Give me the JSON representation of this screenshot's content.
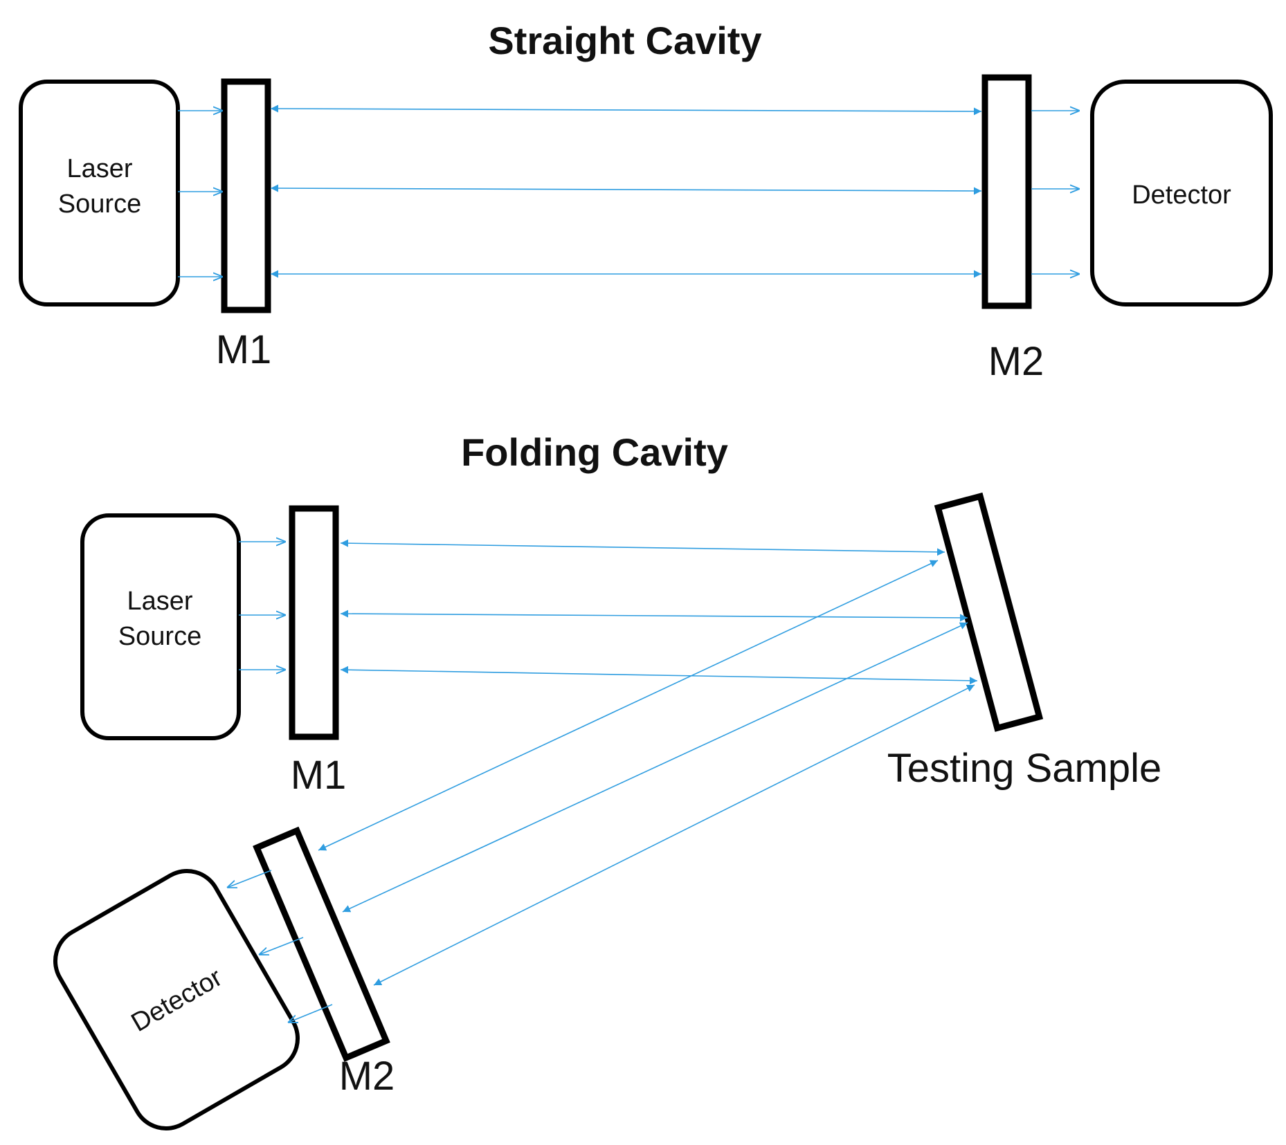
{
  "straight": {
    "title": "Straight Cavity",
    "source_line1": "Laser",
    "source_line2": "Source",
    "detector": "Detector",
    "m1": "M1",
    "m2": "M2"
  },
  "folding": {
    "title": "Folding Cavity",
    "source_line1": "Laser",
    "source_line2": "Source",
    "detector": "Detector",
    "m1": "M1",
    "m2": "M2",
    "sample": "Testing Sample"
  },
  "colors": {
    "beam": "#2f9de0",
    "outline": "#000000"
  }
}
